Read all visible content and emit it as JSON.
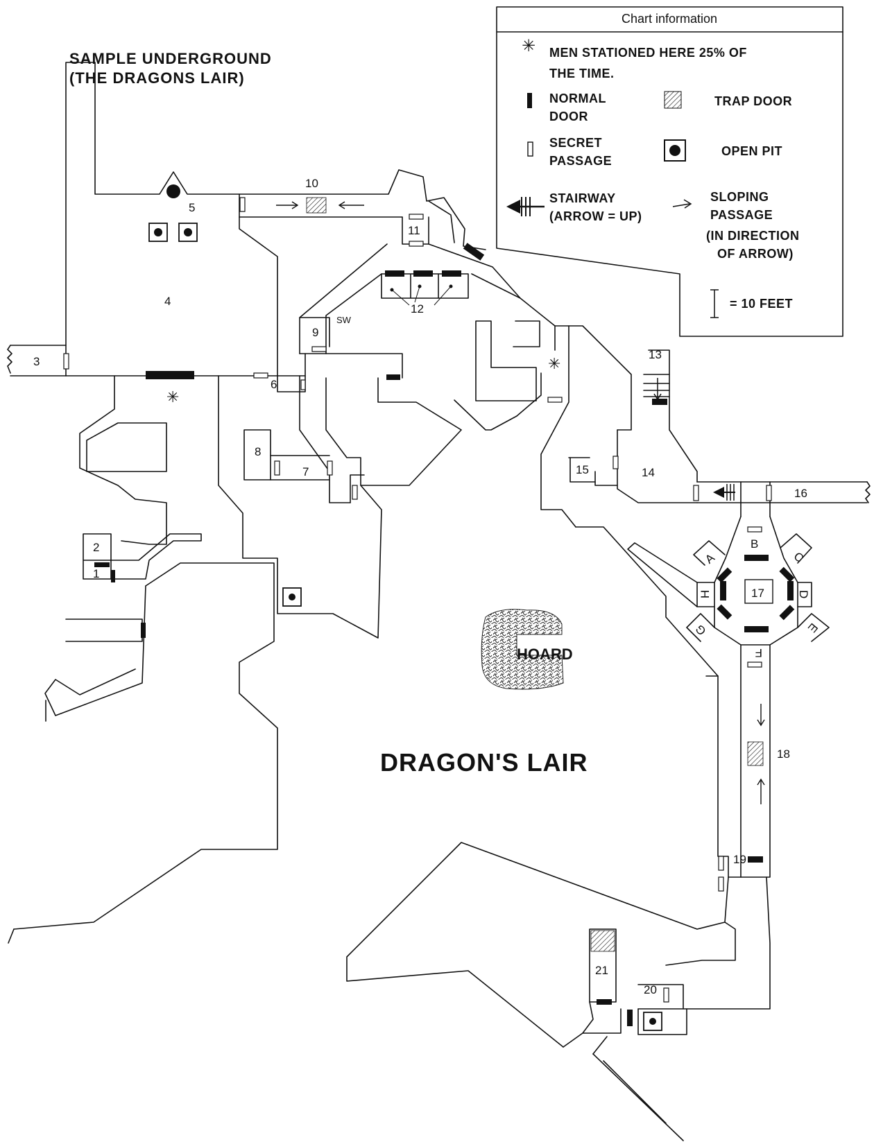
{
  "map": {
    "title_line1": "SAMPLE UNDERGROUND",
    "title_line2": "(THE DRAGONS LAIR)",
    "main_label": "DRAGON'S LAIR",
    "hoard_label": "HOARD",
    "sw_label": "SW",
    "rooms": [
      "1",
      "2",
      "3",
      "4",
      "5",
      "6",
      "7",
      "8",
      "9",
      "10",
      "11",
      "12",
      "13",
      "14",
      "15",
      "16",
      "17",
      "18",
      "19",
      "20",
      "21"
    ],
    "chambers": [
      "A",
      "B",
      "C",
      "D",
      "E",
      "F",
      "G",
      "H"
    ]
  },
  "legend": {
    "header": "Chart information",
    "men_line1": "MEN STATIONED HERE 25% OF",
    "men_line2": "THE TIME.",
    "door_line1": "NORMAL",
    "door_line2": "DOOR",
    "trap": "TRAP DOOR",
    "secret_line1": "SECRET",
    "secret_line2": "PASSAGE",
    "pit": "OPEN PIT",
    "stair_line1": "STAIRWAY",
    "stair_line2": "(ARROW = UP)",
    "slope_line1": "SLOPING",
    "slope_line2": "PASSAGE",
    "slope_line3": "(IN DIRECTION",
    "slope_line4": "OF ARROW)",
    "scale": "= 10 FEET"
  },
  "colors": {
    "ink": "#111111",
    "paper": "#ffffff"
  }
}
